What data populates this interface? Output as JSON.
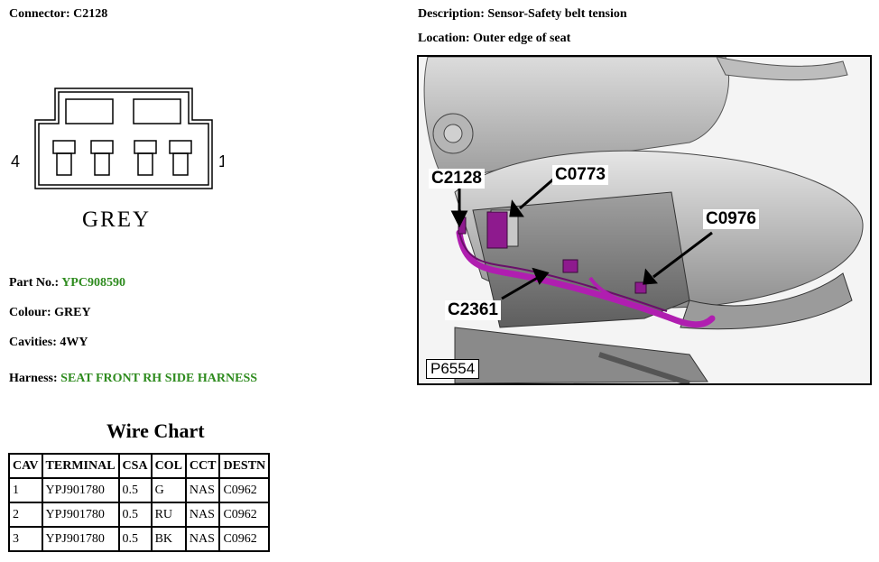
{
  "connector": {
    "label": "Connector:",
    "value": "C2128"
  },
  "description": {
    "label": "Description:",
    "value": "Sensor-Safety belt tension"
  },
  "location": {
    "label": "Location:",
    "value": "Outer edge of seat"
  },
  "diagram": {
    "left_pin": "4",
    "right_pin": "1",
    "colour_text": "GREY"
  },
  "part_no": {
    "label": "Part No.:",
    "value": "YPC908590"
  },
  "colour": {
    "label": "Colour:",
    "value": "GREY"
  },
  "cavities": {
    "label": "Cavities:",
    "value": "4WY"
  },
  "harness": {
    "label": "Harness:",
    "value": "SEAT FRONT RH SIDE HARNESS"
  },
  "wire_chart": {
    "title": "Wire Chart",
    "headers": [
      "CAV",
      "TERMINAL",
      "CSA",
      "COL",
      "CCT",
      "DESTN"
    ],
    "rows": [
      [
        "1",
        "YPJ901780",
        "0.5",
        "G",
        "NAS",
        "C0962"
      ],
      [
        "2",
        "YPJ901780",
        "0.5",
        "RU",
        "NAS",
        "C0962"
      ],
      [
        "3",
        "YPJ901780",
        "0.5",
        "BK",
        "NAS",
        "C0962"
      ]
    ]
  },
  "photo": {
    "callouts": [
      "C2128",
      "C0773",
      "C0976",
      "C2361"
    ],
    "code": "P6554",
    "harness_color": "#b01eb0"
  },
  "colors": {
    "link_green": "#2e8b1e"
  }
}
